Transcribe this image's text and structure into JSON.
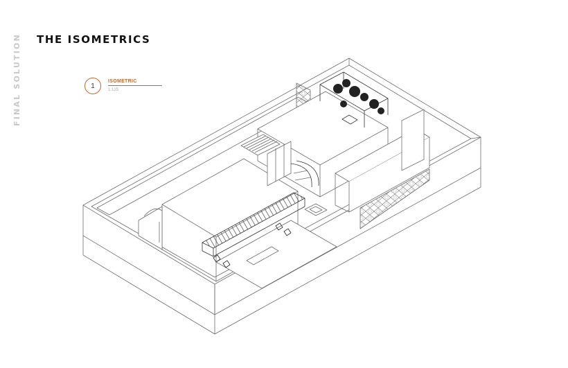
{
  "page": {
    "side_label": "FINAL SOLUTION",
    "title": "THE ISOMETRICS"
  },
  "drawing_label": {
    "number": "1",
    "name": "ISOMETRIC",
    "scale": "1:125"
  },
  "colors": {
    "accent": "#c0692b",
    "ink": "#111111",
    "muted": "#c9c9c9",
    "line": "#6b6b6b"
  }
}
